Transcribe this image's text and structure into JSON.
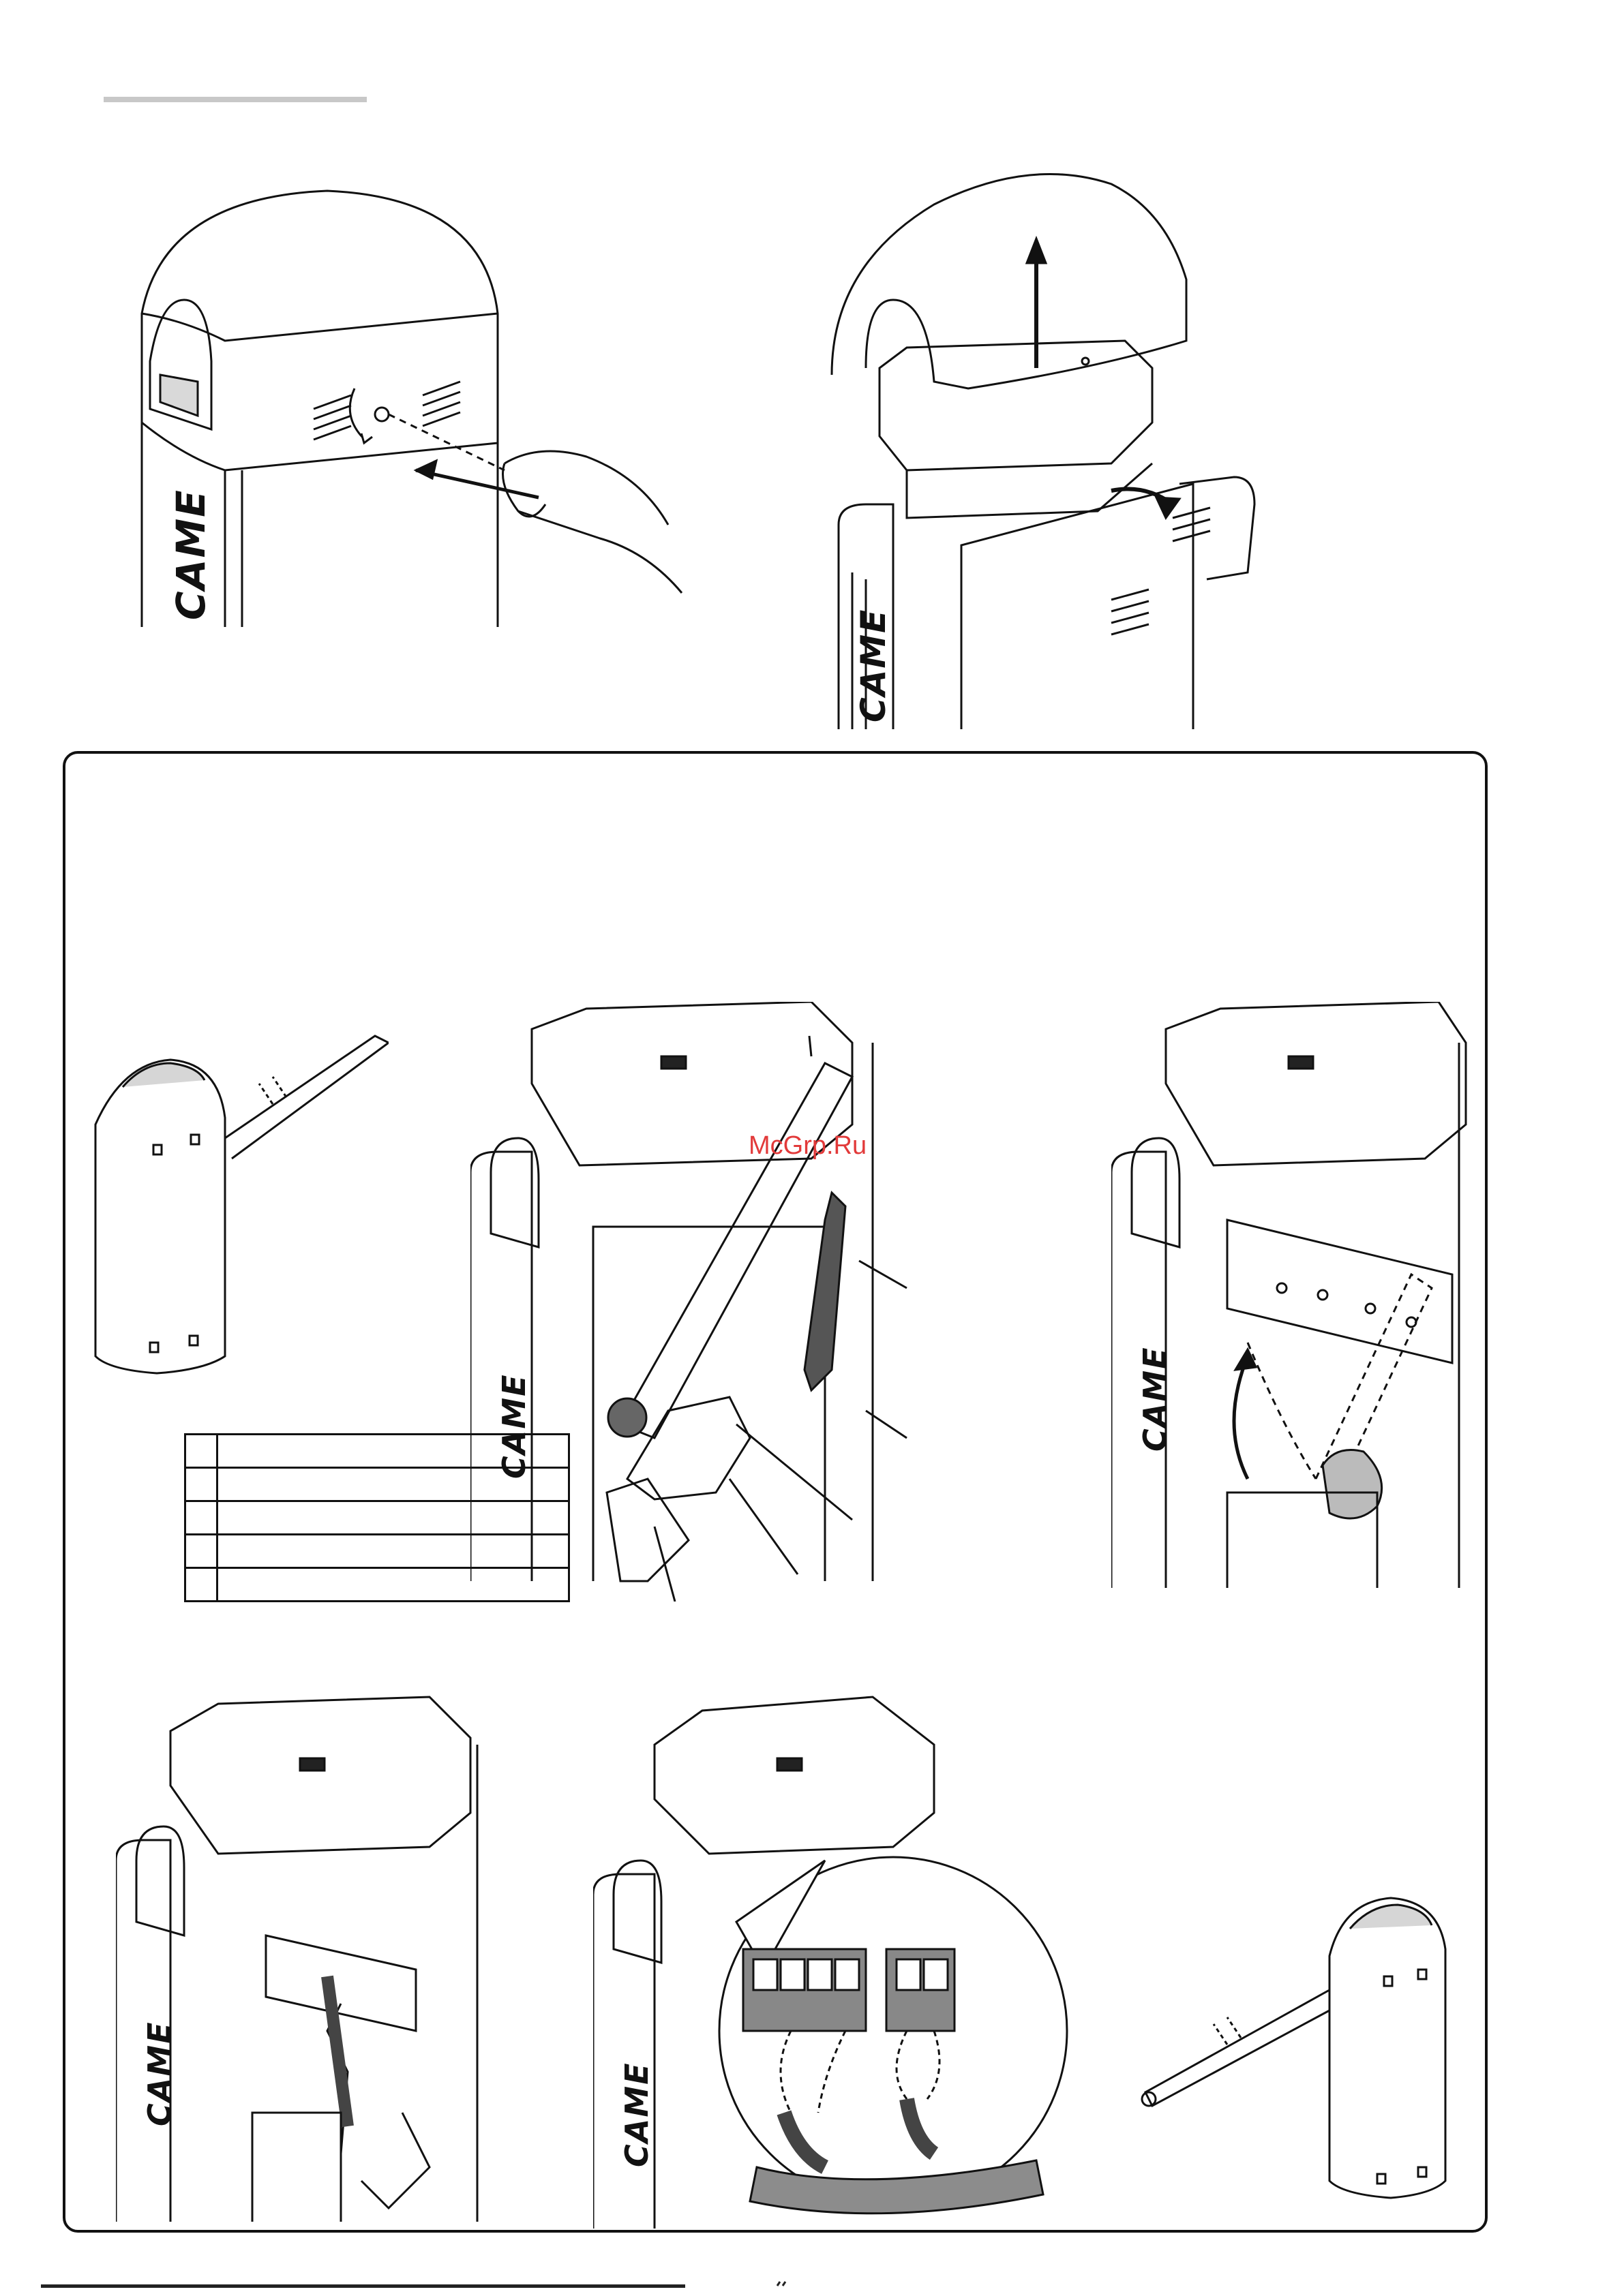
{
  "watermark": {
    "text": "McGrp.Ru",
    "color": "#e23a3a"
  },
  "brand": {
    "logo_text": "CAME"
  },
  "figures": {
    "top_left": {
      "icons": [
        "barrier-cabinet-drawing",
        "key-hand-drawing",
        "rotate-arrow-icon",
        "push-arrow-icon"
      ]
    },
    "top_right": {
      "icons": [
        "barrier-cabinet-drawing",
        "cover-lift-drawing",
        "up-arrow-icon",
        "side-arrow-icon"
      ]
    },
    "panel_figures": [
      "barrier-with-boom",
      "lever-assembly",
      "spring-rotation",
      "lever-mounted",
      "wiring-detail",
      "barrier-with-boom-mirrored"
    ]
  },
  "legend": {
    "rows": 5
  },
  "colors": {
    "line": "#111111",
    "rule": "#c8c8c8",
    "cable": "#8c8c8c"
  }
}
